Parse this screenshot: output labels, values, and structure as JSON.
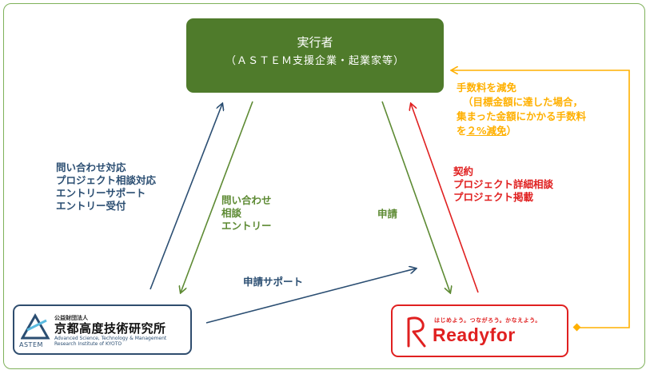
{
  "executor": {
    "title": "実行者",
    "subtitle": "（ＡＳＴＥＭ支援企業・起業家等）"
  },
  "astem": {
    "small": "公益財団法人",
    "name": "京都高度技術研究所",
    "en_line1": "Advanced Science, Technology & Management",
    "en_line2": "Research Institute of KYOTO",
    "wordmark": "ASTEM"
  },
  "readyfor": {
    "tagline": "はじめよう。つながろう。かなえよう。",
    "wordmark": "Readyfor"
  },
  "labels": {
    "astem_to_exec": [
      "問い合わせ対応",
      "プロジェクト相談対応",
      "エントリーサポート",
      "エントリー受付"
    ],
    "exec_to_astem": [
      "問い合わせ",
      "相談",
      "エントリー"
    ],
    "exec_to_ready": "申請",
    "astem_to_ready": "申請サポート",
    "ready_to_exec": [
      "契約",
      "プロジェクト詳細相談",
      "プロジェクト掲載"
    ],
    "fee": {
      "line1": "手数料を減免",
      "line2": "（目標金額に達した場合，",
      "line3": "集まった金額にかかる手数料",
      "line4_pre": "を",
      "line4_under": "２%減免",
      "line4_post": "）"
    }
  },
  "colors": {
    "green_box": "#4f7b2b",
    "blue": "#2b4e72",
    "green": "#5d8a33",
    "red": "#e02020",
    "orange": "#ffb000"
  }
}
